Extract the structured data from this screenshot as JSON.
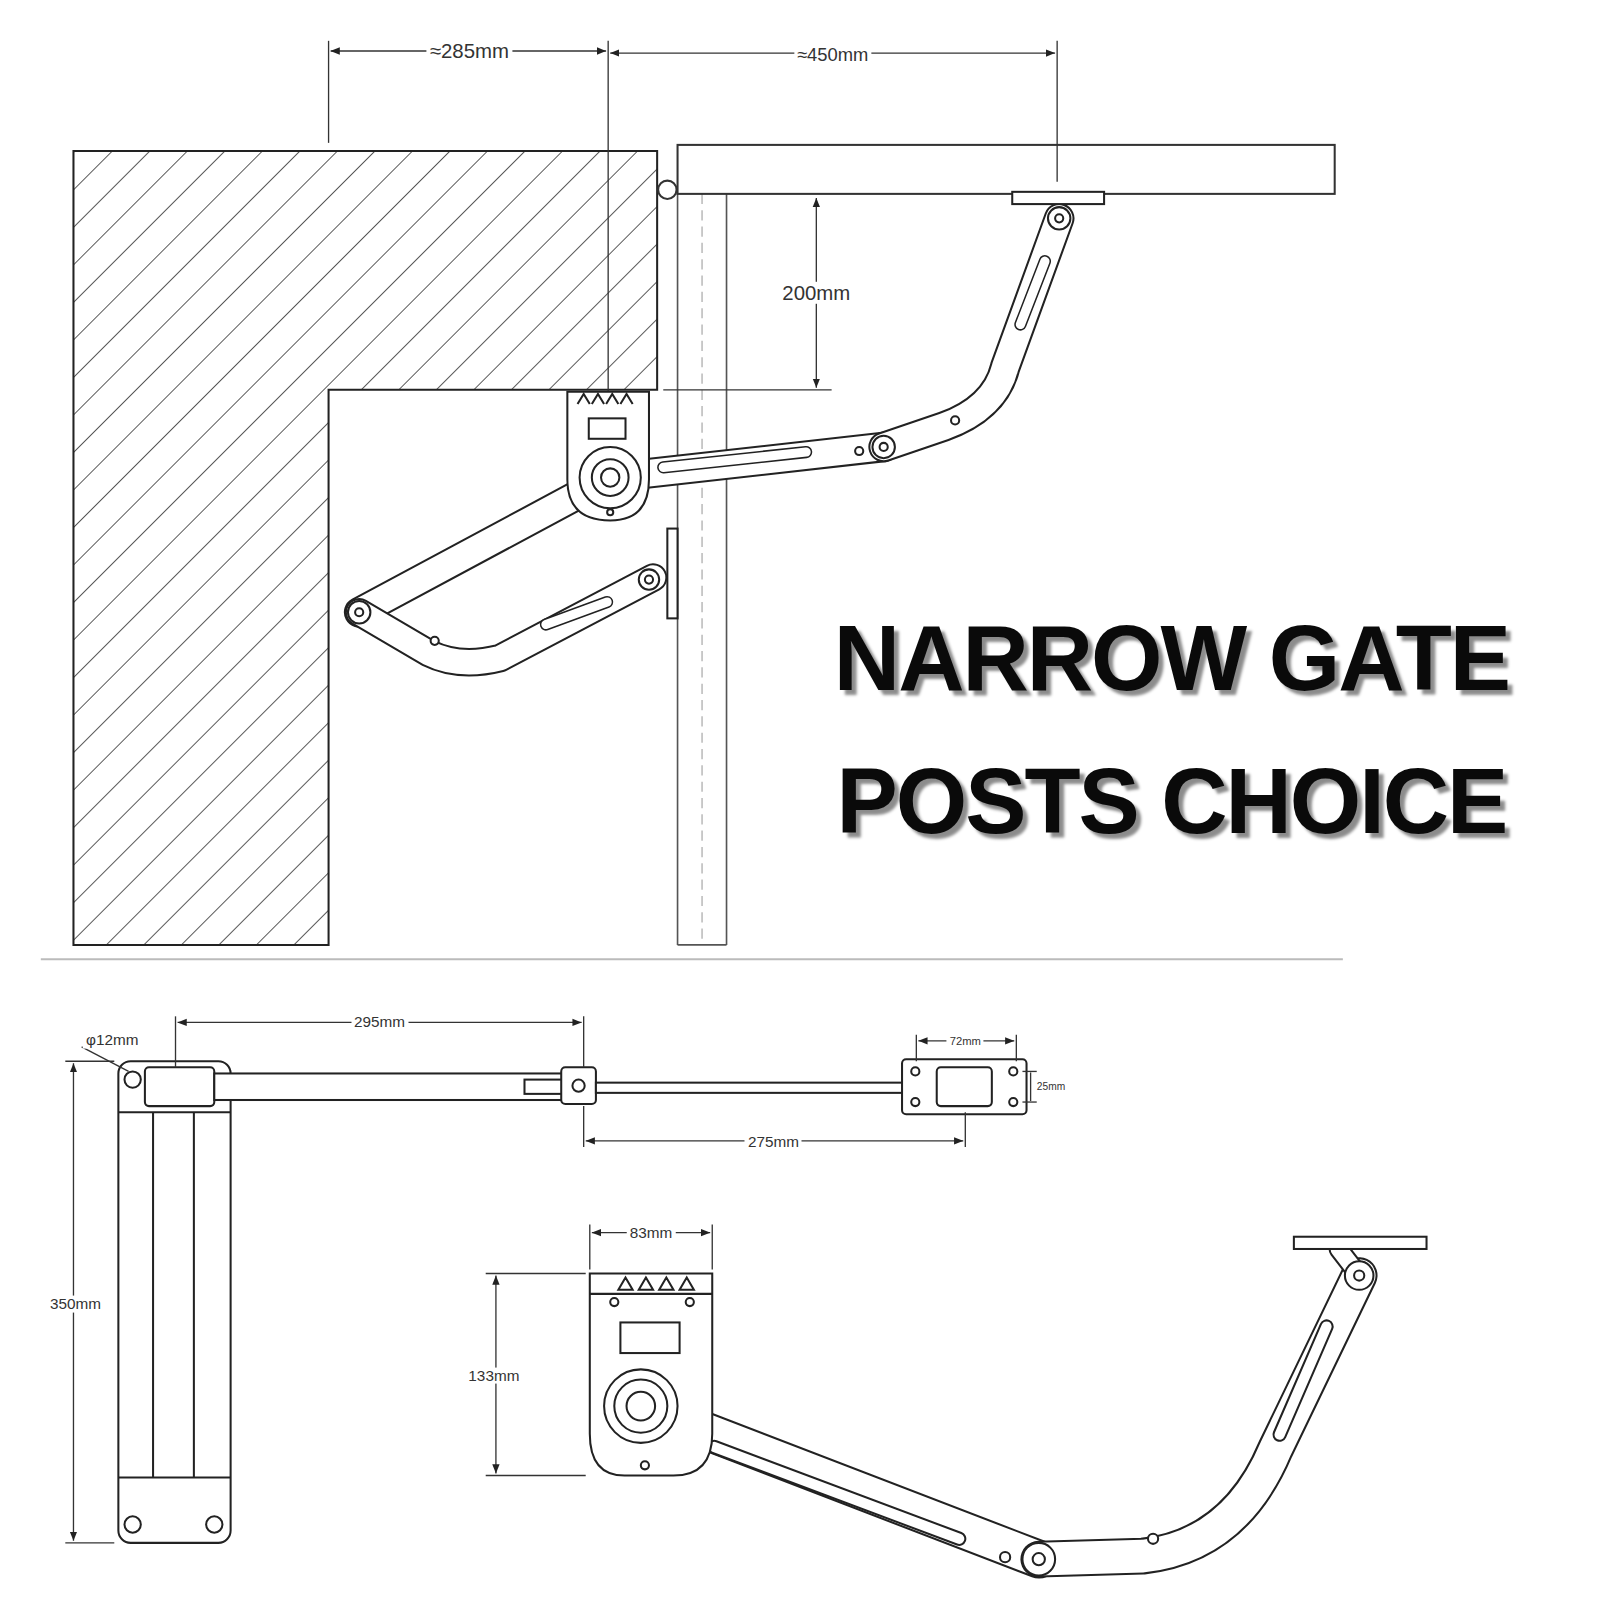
{
  "diagram": {
    "title": "NARROW GATE POSTS CHOICE",
    "labels": [
      "≈285mm",
      "≈450mm",
      "200mm",
      "φ12mm",
      "295mm",
      "72mm",
      "25mm",
      "275mm",
      "350mm",
      "83mm",
      "133mm"
    ]
  }
}
